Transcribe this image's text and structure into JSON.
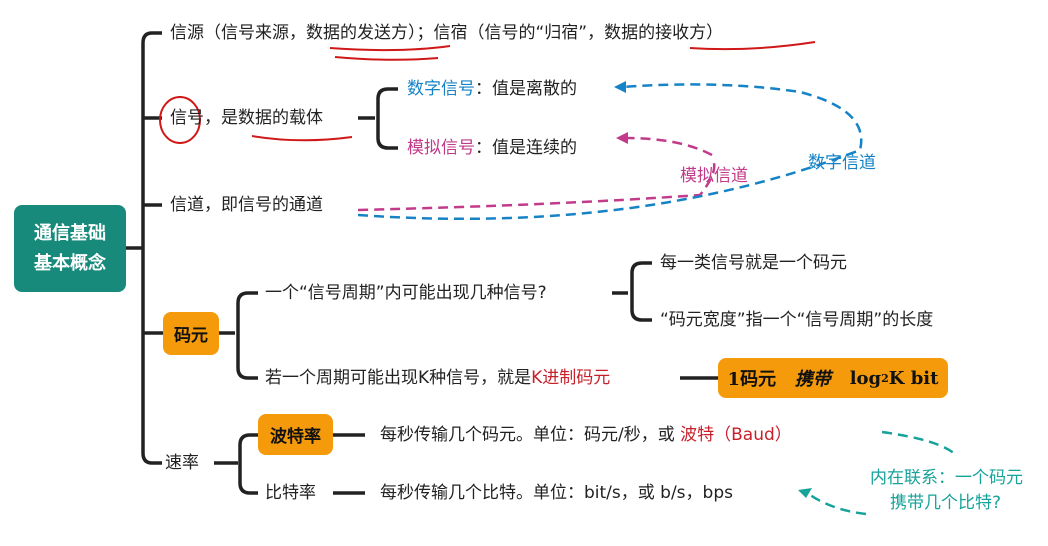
{
  "root": {
    "line1": "通信基础",
    "line2": "基本概念"
  },
  "source": {
    "text": "信源（信号来源，",
    "underlined1": "数据的发送方",
    "mid": "）；信宿（信号的“归宿”，",
    "underlined2": "数据的接收方",
    "end": "）"
  },
  "signal": {
    "circled": "信号",
    "sep": "，是",
    "underlined": "数据的载体",
    "digital": {
      "label": "数字信号",
      "desc": "：值是离散的"
    },
    "analog": {
      "label": "模拟信号",
      "desc": "：值是连续的"
    }
  },
  "channel": {
    "text": "信道，即信号的通道",
    "analog_label": "模拟信道",
    "digital_label": "数字信道"
  },
  "symbol": {
    "label": "码元",
    "q": "一个“信号周期”内可能出现几种信号?",
    "a1": "每一类信号就是一个码元",
    "a2": "“码元宽度”指一个“信号周期”的长度",
    "k_text": "若一个周期可能出现K种信号，就是",
    "k_red": "K进制码元",
    "formula": {
      "a": "1码元",
      "b": "携带",
      "c": "log",
      "sub": "2",
      "d": "K bit"
    }
  },
  "rate": {
    "label": "速率",
    "baud": {
      "label": "波特率",
      "desc": "每秒传输几个码元。单位：码元/秒，或 ",
      "red": "波特（Baud）"
    },
    "bit": {
      "label": "比特率",
      "desc": "每秒传输几个比特。单位：bit/s，或 b/s，bps"
    },
    "note1": "内在联系：一个码元",
    "note2": "携带几个比特?"
  },
  "colors": {
    "teal": "#178a7b",
    "orange": "#f59a0a",
    "blue": "#1583c6",
    "magenta": "#c23a8a",
    "red": "#c8202a"
  }
}
